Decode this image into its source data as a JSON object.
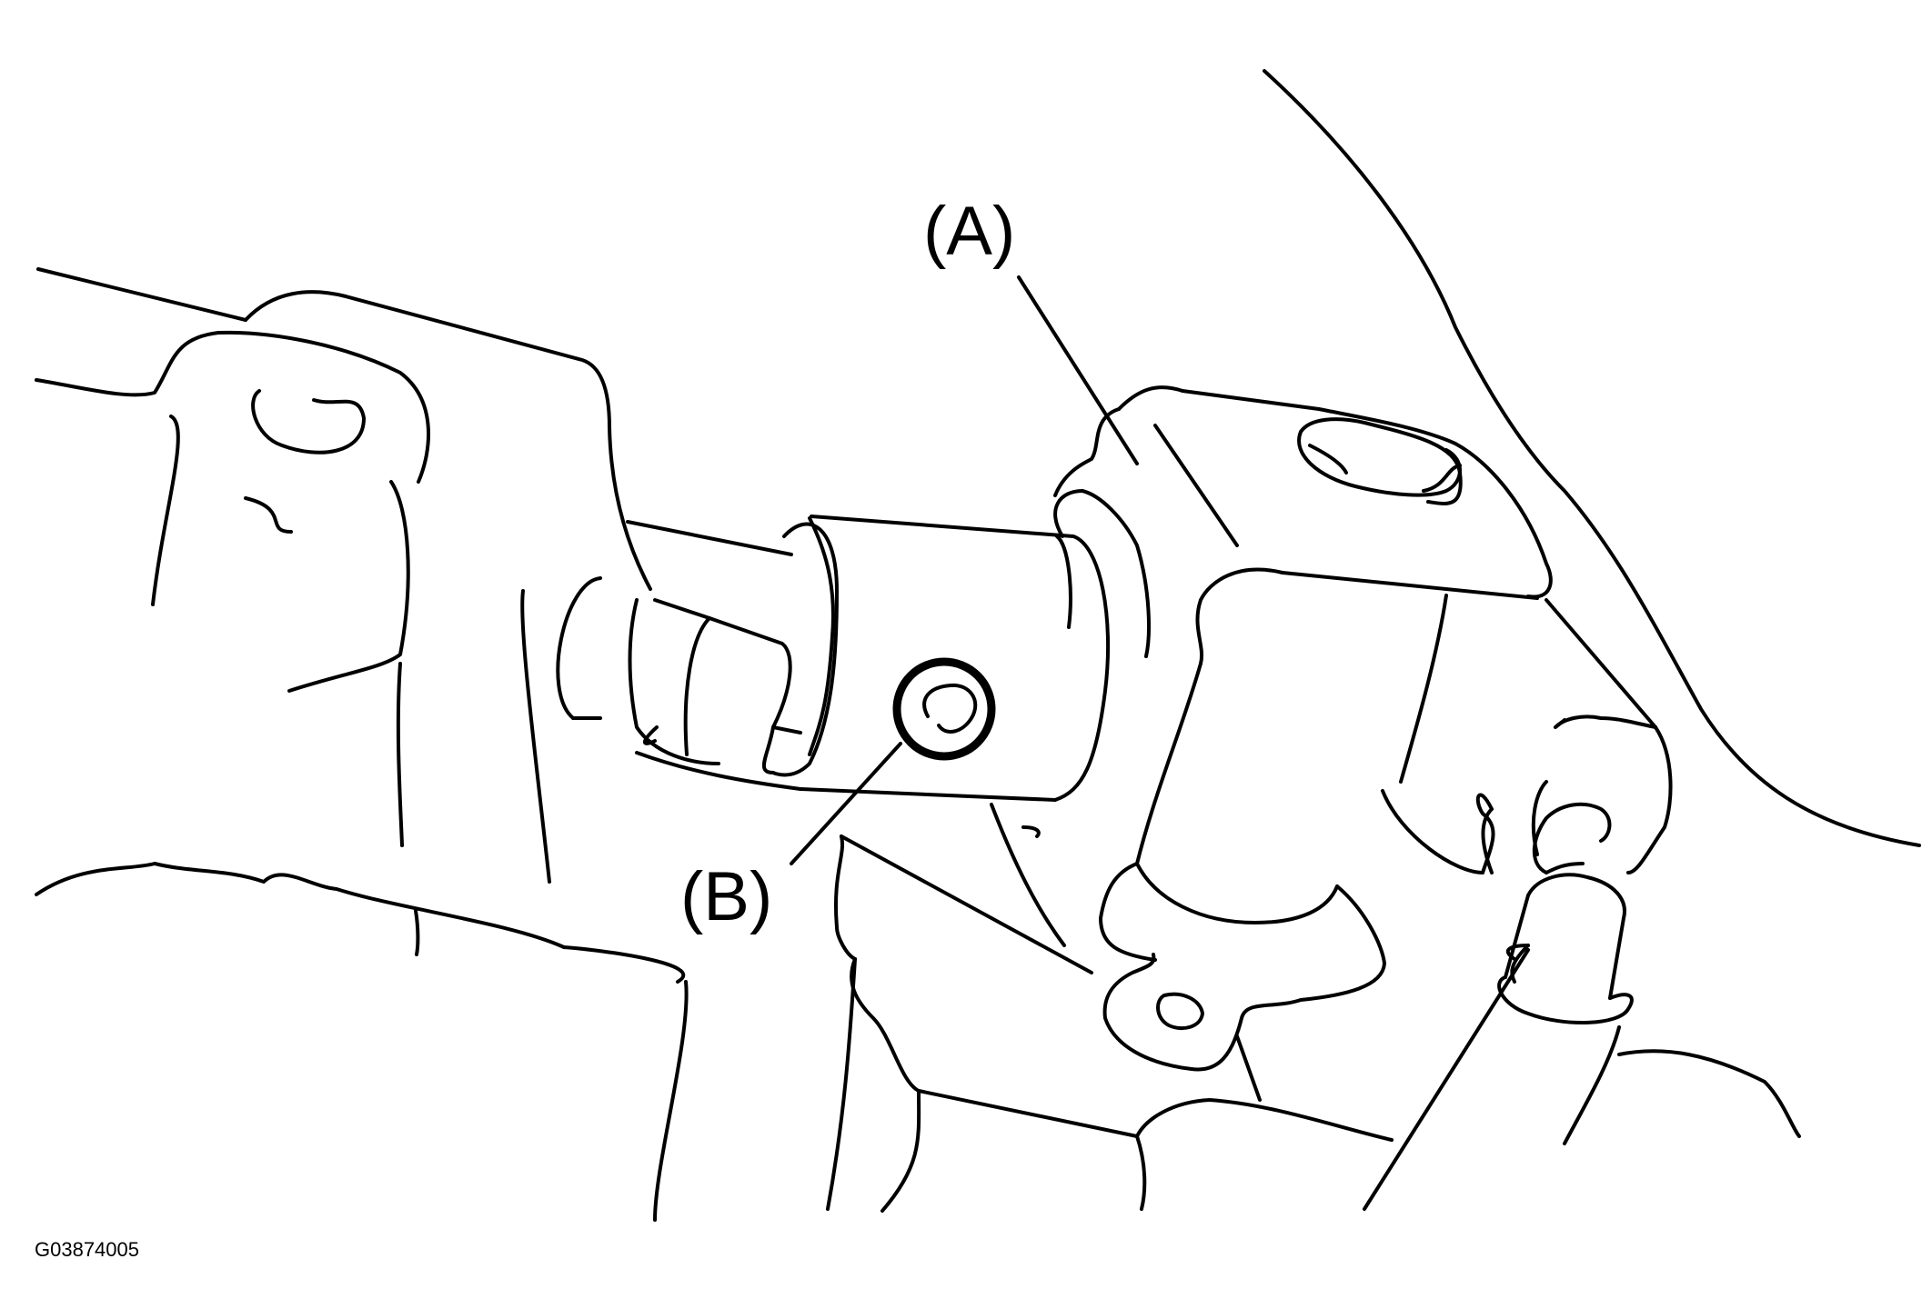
{
  "callouts": {
    "a": "(A)",
    "b": "(B)"
  },
  "figure_id": "G03874005",
  "colors": {
    "line": "#000000",
    "background": "#ffffff"
  }
}
